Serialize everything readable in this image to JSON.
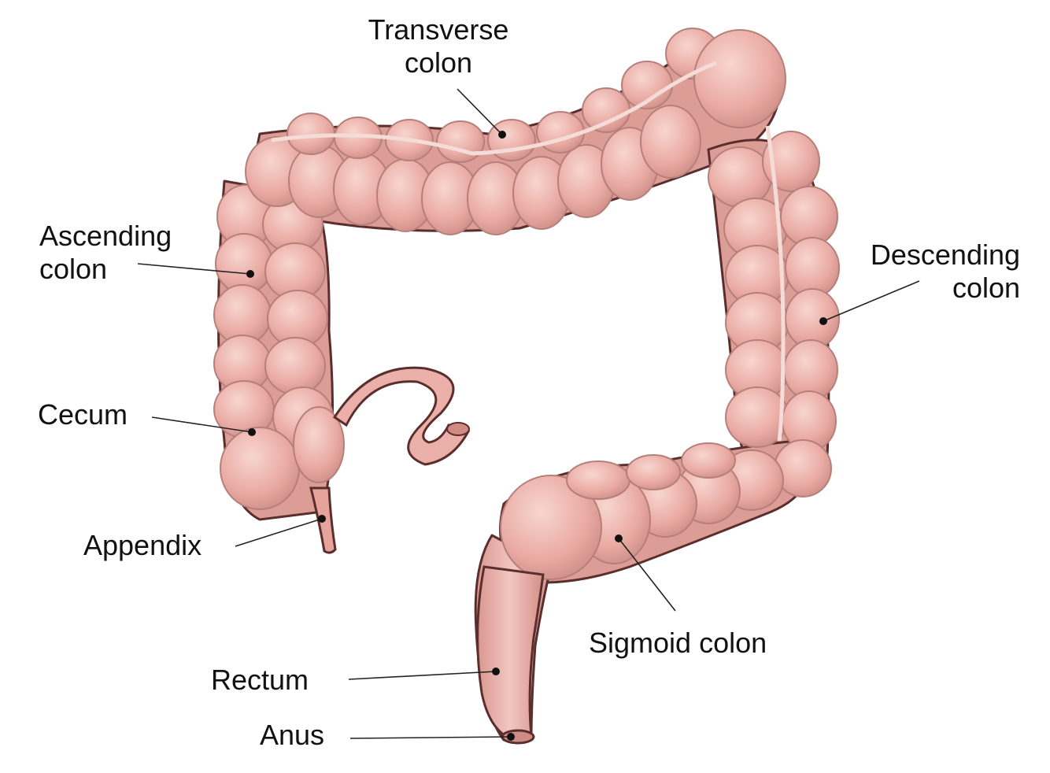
{
  "labels": {
    "transverse_colon": [
      "Transverse",
      "colon"
    ],
    "ascending_colon": [
      "Ascending",
      "colon"
    ],
    "descending_colon": [
      "Descending",
      "colon"
    ],
    "cecum": "Cecum",
    "appendix": "Appendix",
    "sigmoid_colon": "Sigmoid colon",
    "rectum": "Rectum",
    "anus": "Anus"
  },
  "colors": {
    "tissue": "#e9a9a2",
    "tissue_light": "#f6cfc9",
    "tissue_shadow": "#b97874",
    "outline": "#5a2e2c",
    "taenia": "#f4dcd8",
    "label_text": "#111111"
  }
}
